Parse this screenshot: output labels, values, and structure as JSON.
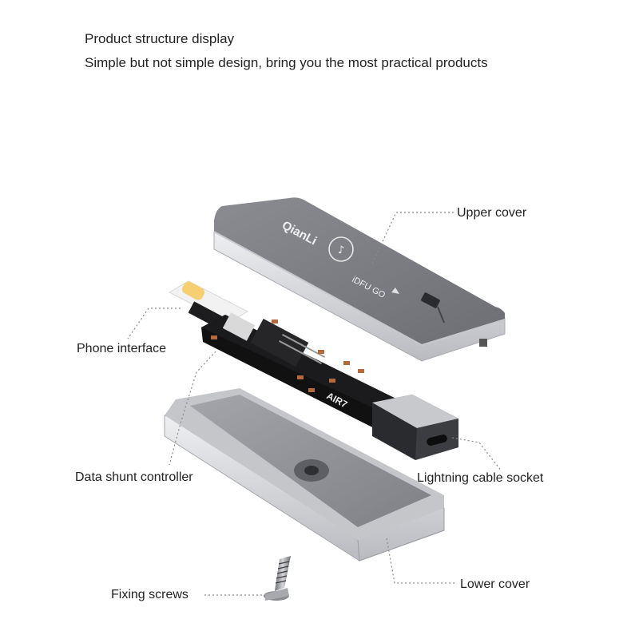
{
  "header": {
    "title": "Product structure display",
    "subtitle": "Simple but not simple design, bring you the most practical products"
  },
  "product": {
    "brand_logo": "QianLi",
    "model_mark": "iDFU GO",
    "pcb_mark": "AIR7"
  },
  "labels": {
    "upper_cover": "Upper cover",
    "phone_interface": "Phone interface",
    "data_shunt_controller": "Data shunt controller",
    "lightning_cable_socket": "Lightning cable socket",
    "lower_cover": "Lower cover",
    "fixing_screws": "Fixing screws"
  },
  "colors": {
    "cover_top": "#7d7f85",
    "cover_side": "#d9dadd",
    "pcb": "#141414",
    "leader_line": "#888888"
  }
}
